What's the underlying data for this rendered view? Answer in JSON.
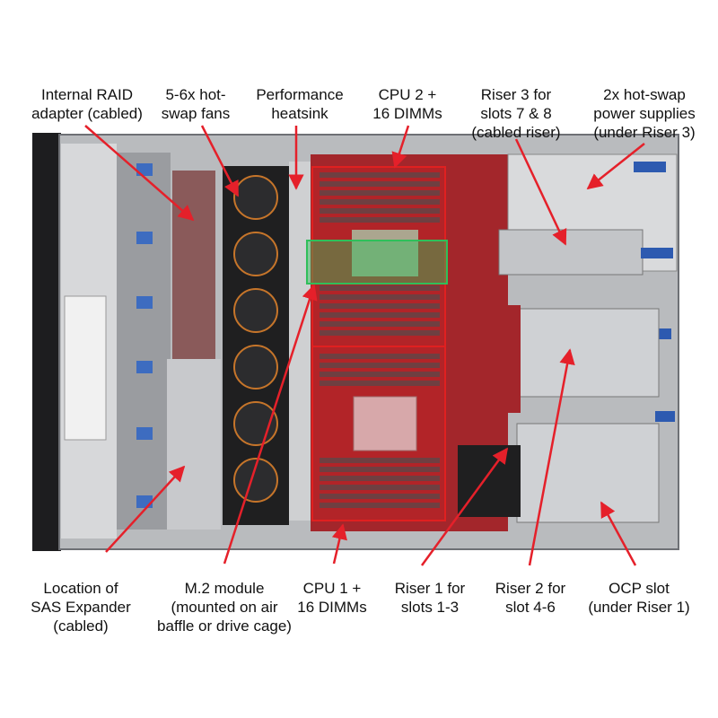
{
  "labels": {
    "raid": "Internal RAID\nadapter (cabled)",
    "fans": "5-6x hot-\nswap fans",
    "heatsink": "Performance\nheatsink",
    "cpu2": "CPU 2 +\n16 DIMMs",
    "riser3": "Riser 3 for\nslots 7 & 8\n(cabled riser)",
    "psu": "2x hot-swap\npower supplies\n(under Riser 3)",
    "sas": "Location of\nSAS Expander\n(cabled)",
    "m2": "M.2 module\n(mounted on air\nbaffle or drive cage)",
    "cpu1": "CPU 1 +\n16 DIMMs",
    "riser1": "Riser 1 for\nslots 1-3",
    "riser2": "Riser 2 for\nslot 4-6",
    "ocp": "OCP slot\n(under Riser 1)"
  },
  "colors": {
    "callout": "#e5202a",
    "highlight_red": "#e02020",
    "highlight_green": "#2fbf5a",
    "chassis": "#8a8c90"
  }
}
